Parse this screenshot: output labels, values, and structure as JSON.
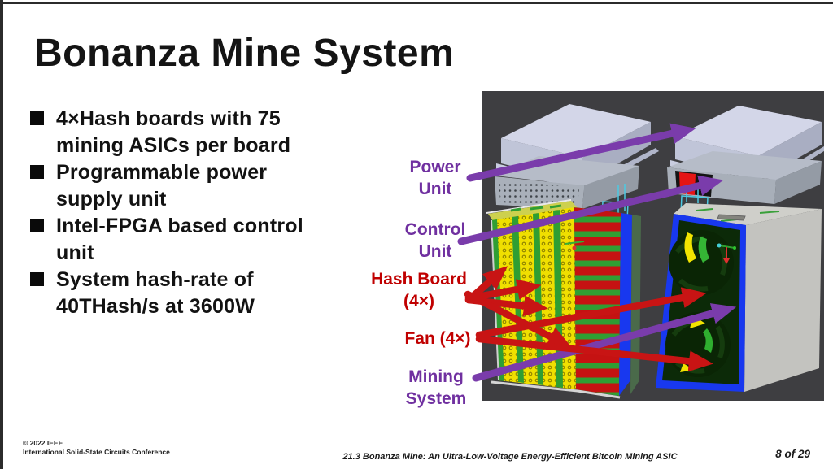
{
  "slide": {
    "title": "Bonanza Mine System",
    "bullets": [
      [
        "4×Hash boards with 75",
        "mining ASICs per board"
      ],
      [
        "Programmable power",
        "supply unit"
      ],
      [
        "Intel-FPGA based control",
        "unit"
      ],
      [
        "System hash-rate of",
        "40THash/s at 3600W"
      ]
    ]
  },
  "figure": {
    "labels": {
      "power_unit": [
        "Power",
        "Unit"
      ],
      "control_unit": [
        "Control",
        "Unit"
      ],
      "hash_board": [
        "Hash Board",
        "(4×)"
      ],
      "fan": "Fan (4×)",
      "mining_system": [
        "Mining",
        "System"
      ]
    },
    "colors": {
      "label_purple": "#7030A0",
      "label_red": "#C00000",
      "arrow_purple": "#7A3CAB",
      "arrow_red": "#C81414"
    }
  },
  "footer": {
    "copyright": [
      "© 2022 IEEE",
      "International Solid-State Circuits Conference"
    ],
    "paper_title": "21.3 Bonanza Mine: An Ultra-Low-Voltage Energy-Efficient Bitcoin Mining ASIC",
    "page": "8 of 29"
  }
}
